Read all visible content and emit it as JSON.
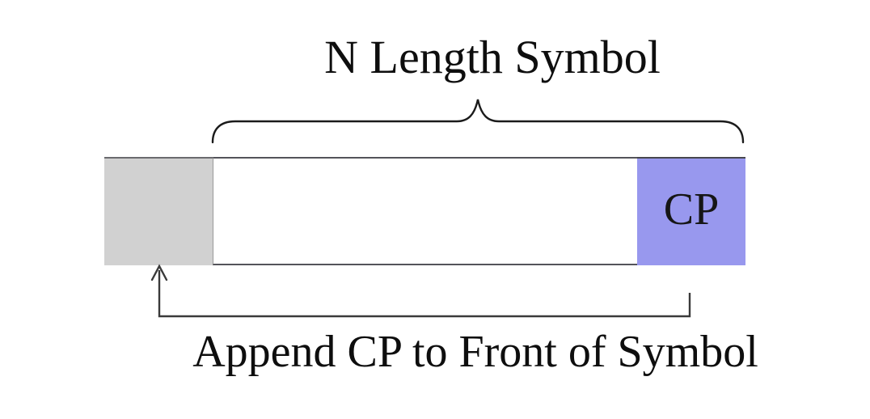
{
  "diagram": {
    "title": "Cyclic prefix append diagram",
    "top_label": "N Length Symbol",
    "cp_label": "CP",
    "bottom_label": "Append CP to Front of Symbol"
  },
  "colors": {
    "cp_fill": "#9898ee",
    "prefix_fill": "#d1d1d1",
    "body_fill": "#ffffff",
    "border": "#54545a",
    "brace_stroke": "#1b1b1b",
    "arrow_stroke": "#3a3a3a",
    "text": "#0e0e0e"
  }
}
